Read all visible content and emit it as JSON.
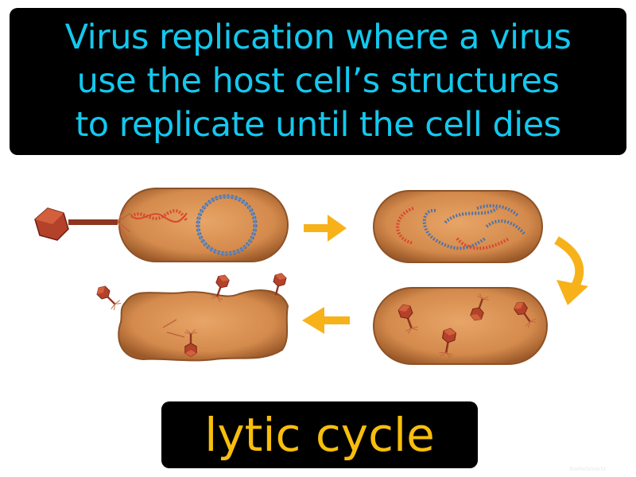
{
  "definition": {
    "lines": [
      "Virus replication where a virus",
      "use the host cell’s structures",
      "to replicate until the cell dies"
    ]
  },
  "term": "lytic cycle",
  "brand": "GameSmartz",
  "colors": {
    "definition_text": "#13c8ee",
    "term_text": "#f7be0d",
    "box_background": "#000000",
    "arrow": "#f7b21a",
    "cell": "#d38a4a",
    "dna_red": "#d8482f",
    "dna_blue": "#4f73a6",
    "virus": "#b4412a"
  },
  "icons": [
    "bacteriophage-icon",
    "bacterial-cell-icon",
    "dna-strand-icon",
    "arrow-right-icon",
    "arrow-curved-down-icon",
    "arrow-left-icon",
    "lysed-cell-icon"
  ]
}
